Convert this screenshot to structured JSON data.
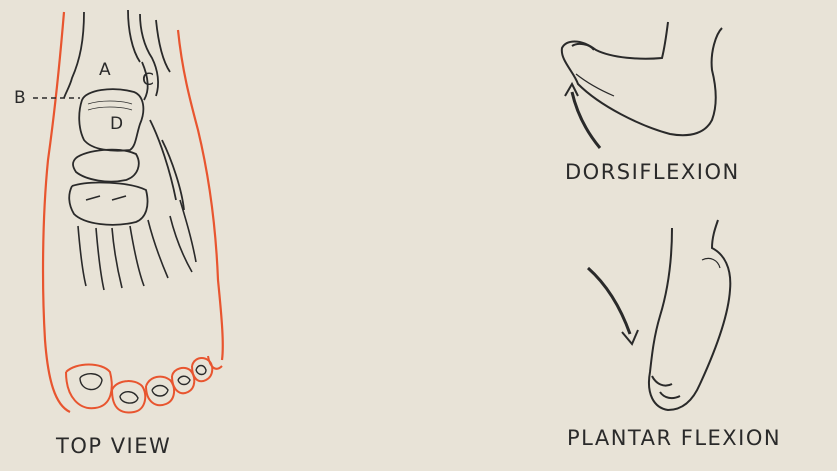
{
  "labels": {
    "a": "A",
    "b": "B",
    "c": "C",
    "d": "D"
  },
  "captions": {
    "top_view": "TOP VIEW",
    "dorsiflexion": "DORSIFLEXION",
    "plantar_flexion": "PLANTAR FLEXION"
  },
  "colors": {
    "background": "#e8e3d7",
    "ink": "#2a2a2a",
    "outline_red": "#e8552f"
  }
}
